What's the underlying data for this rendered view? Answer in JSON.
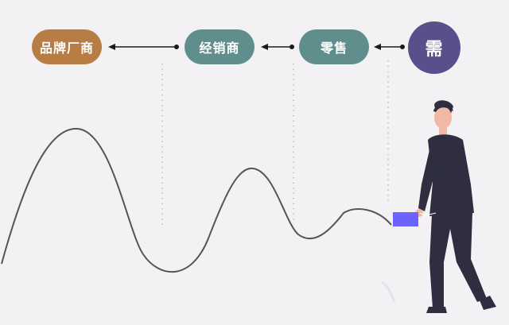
{
  "flow": {
    "nodes": [
      {
        "id": "brand",
        "label": "品牌厂商",
        "color": "#b77d45"
      },
      {
        "id": "dealer",
        "label": "经销商",
        "color": "#5f8e8c"
      },
      {
        "id": "retail",
        "label": "零售",
        "color": "#5f8e8c"
      },
      {
        "id": "demand",
        "label": "需",
        "color": "#5a4e8b"
      }
    ]
  },
  "colors": {
    "background": "#f3f1f4",
    "curve": "#555555",
    "arrow": "#1a1a1a",
    "dotted": "#b8b8b8",
    "box": "#6c63ff",
    "figure_dark": "#2f2e41",
    "skin": "#f2b8a6"
  }
}
